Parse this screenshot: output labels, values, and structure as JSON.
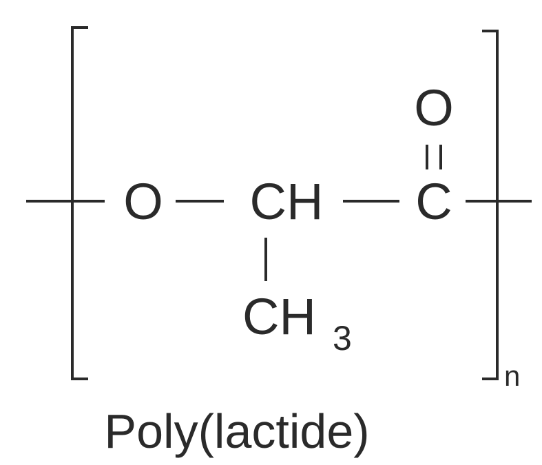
{
  "molecule": {
    "atoms": {
      "oxygen_chain": "O",
      "ch_main": "CH",
      "carbonyl_c": "C",
      "carbonyl_o": "O",
      "methyl_ch": "CH",
      "methyl_subscript": "3"
    },
    "repeat_subscript": "n",
    "name": "Poly(lactide)"
  }
}
